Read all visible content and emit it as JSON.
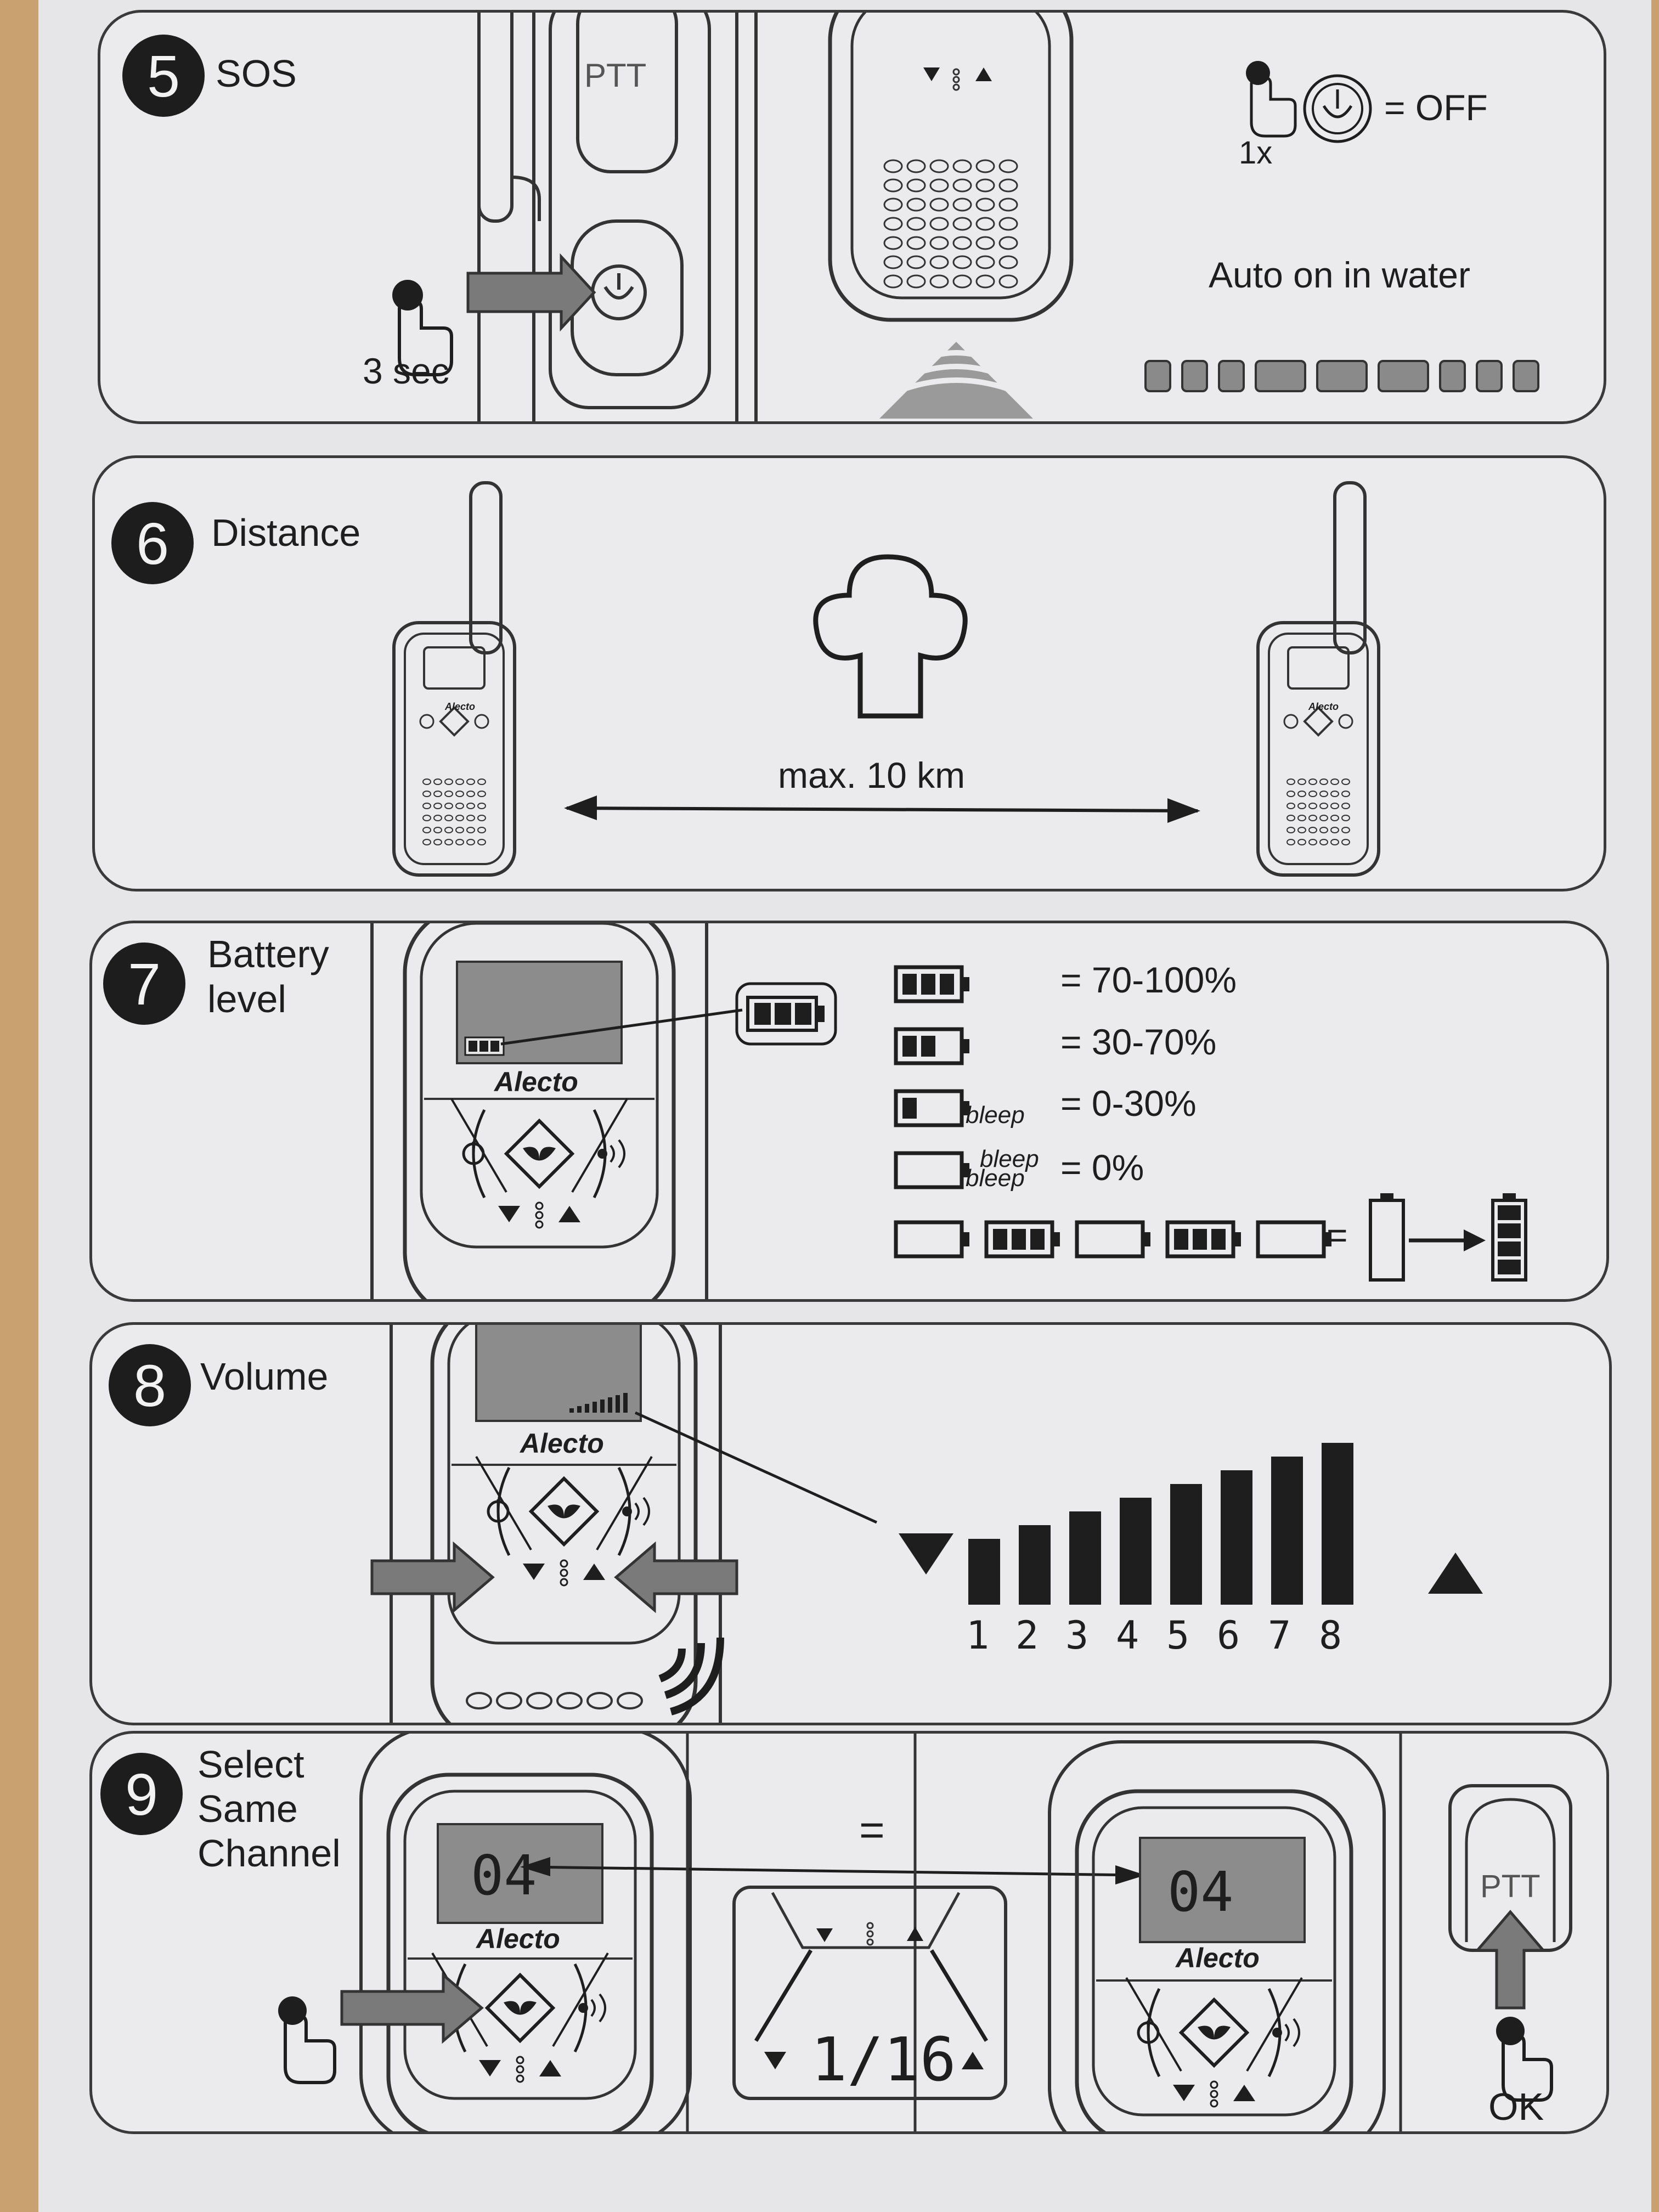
{
  "sections": {
    "sos": {
      "number": "5",
      "title": "SOS",
      "hold_time": "3 sec",
      "ptt_label": "PTT",
      "press_count": "1x",
      "off_label": "= OFF",
      "auto_on": "Auto on in water"
    },
    "distance": {
      "number": "6",
      "title": "Distance",
      "range": "max. 10 km",
      "brand": "Alecto"
    },
    "battery": {
      "number": "7",
      "title_line1": "Battery",
      "title_line2": "level",
      "brand": "Alecto",
      "levels": [
        {
          "bars": 3,
          "sound": "",
          "text": "= 70-100%"
        },
        {
          "bars": 2,
          "sound": "",
          "text": "= 30-70%"
        },
        {
          "bars": 1,
          "sound": "bleep",
          "text": "= 0-30%"
        },
        {
          "bars": 0,
          "sound": "bleep bleep",
          "text": "= 0%"
        }
      ],
      "sound_1": "bleep",
      "sound_2a": "bleep",
      "sound_2b": "bleep",
      "equals": "="
    },
    "volume": {
      "number": "8",
      "title": "Volume",
      "brand": "Alecto",
      "levels": [
        "1",
        "2",
        "3",
        "4",
        "5",
        "6",
        "7",
        "8"
      ]
    },
    "channel": {
      "number": "9",
      "title_line1": "Select",
      "title_line2": "Same",
      "title_line3": "Channel",
      "channel_display": "04",
      "brand": "Alecto",
      "equals": "=",
      "range": "1/16",
      "ptt_label": "PTT",
      "ok_label": "OK"
    }
  },
  "colors": {
    "ink": "#1e1e1e",
    "panel": "#ebeaec",
    "lcd": "#8c8c8c",
    "arrow_fill": "#7a7a7a"
  }
}
